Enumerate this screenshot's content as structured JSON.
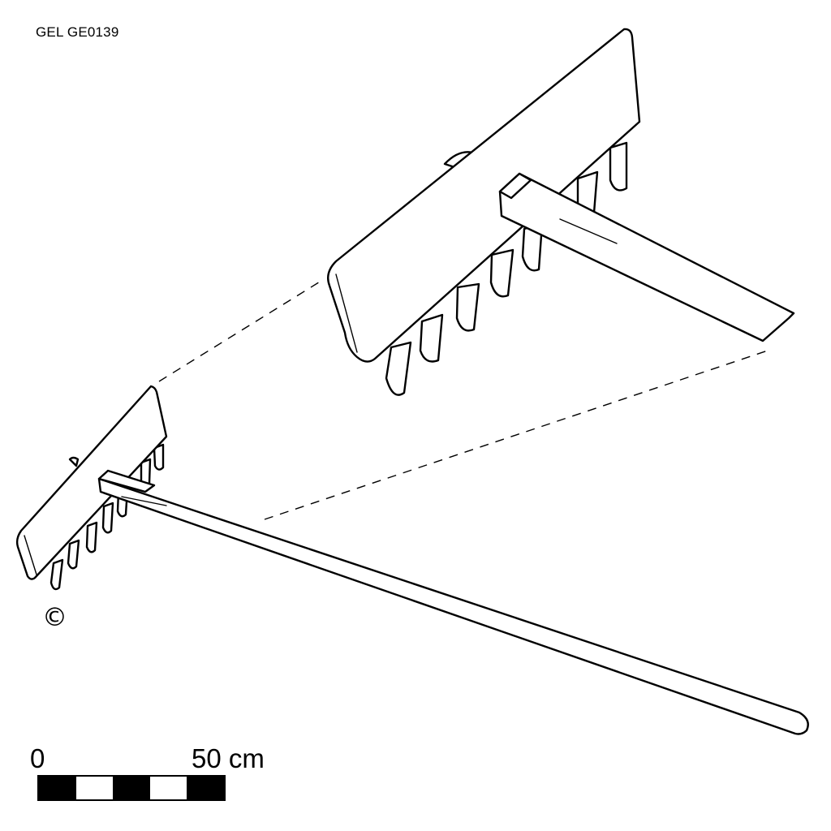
{
  "catalog_id": "GEL GE0139",
  "copyright": "©",
  "scale_bar": {
    "start_label": "0",
    "end_label": "50 cm",
    "segments": [
      "black",
      "white",
      "black",
      "white",
      "black"
    ]
  },
  "colors": {
    "ink": "#000000",
    "paper": "#ffffff"
  }
}
